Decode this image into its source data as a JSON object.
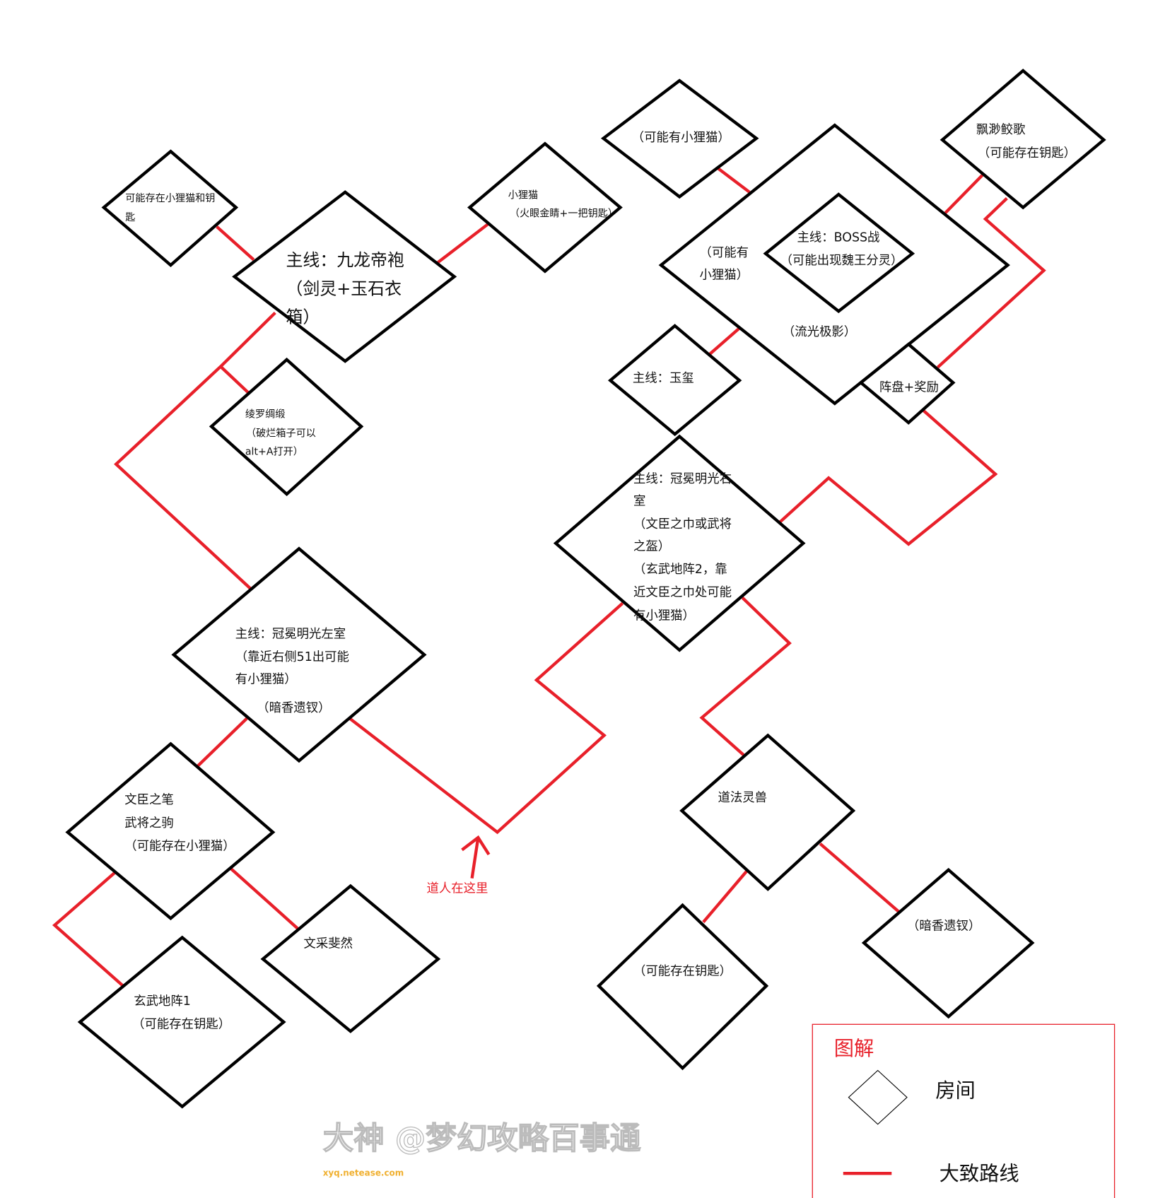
{
  "rooms": {
    "r1": [
      "可能存在小狸猫和钥",
      "匙"
    ],
    "r2": [
      "主线：九龙帝袍",
      "（剑灵+玉石衣",
      "箱）"
    ],
    "r3": [
      "小狸猫",
      "（火眼金睛+一把钥匙）"
    ],
    "r4": [
      "（可能有小狸猫）"
    ],
    "r5": [
      "（可能有",
      "小狸猫）",
      "（流光极影）"
    ],
    "r6": [
      "主线：BOSS战",
      "（可能出现魏王分灵）"
    ],
    "r7": [
      "飘渺鲛歌",
      "（可能存在钥匙）"
    ],
    "r8": [
      "阵盘+奖励"
    ],
    "r9": [
      "主线：玉玺"
    ],
    "r10": [
      "主线：冠冕明光右",
      "室",
      "（文臣之巾或武将",
      "之盔）",
      "（玄武地阵2，靠",
      "近文臣之巾处可能",
      "有小狸猫）"
    ],
    "r11": [
      "绫罗绸缎",
      "（破烂箱子可以",
      "alt+A打开）"
    ],
    "r12": [
      "主线：冠冕明光左室",
      "（靠近右侧51出可能",
      "有小狸猫）",
      "（暗香遗钗）"
    ],
    "r13": [
      "文臣之笔",
      "武将之驹",
      "（可能存在小狸猫）"
    ],
    "r14": [
      "文采斐然"
    ],
    "r15": [
      "玄武地阵1",
      "（可能存在钥匙）"
    ],
    "r16": [
      "道法灵兽"
    ],
    "r17": [
      "（可能存在钥匙）"
    ],
    "r18": [
      "（暗香遗钗）"
    ]
  },
  "marker": {
    "label": "道人在这里"
  },
  "legend": {
    "title": "图解",
    "room_label": "房间",
    "route_label": "大致路线"
  },
  "watermark": {
    "text": "大神 @梦幻攻略百事通",
    "site": "xyq.netease.com"
  },
  "colors": {
    "route": "#e8202a",
    "room": "#000000"
  }
}
